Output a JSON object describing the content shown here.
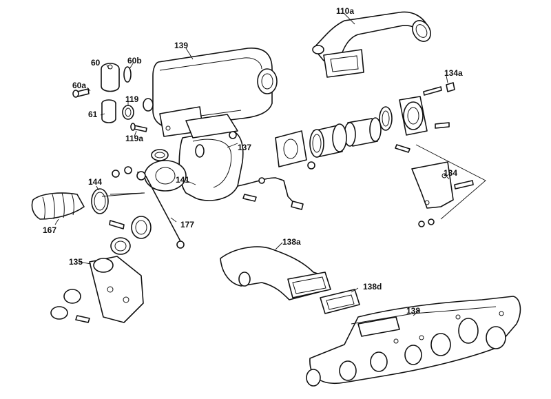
{
  "callouts": {
    "c110a": "110a",
    "c139": "139",
    "c60": "60",
    "c60b": "60b",
    "c60a": "60a",
    "c119": "119",
    "c61": "61",
    "c119a": "119a",
    "c134a": "134a",
    "c137": "137",
    "c134": "134",
    "c144": "144",
    "c141": "141",
    "c167": "167",
    "c177": "177",
    "c138a": "138a",
    "c135": "135",
    "c138d": "138d",
    "c138": "138"
  }
}
